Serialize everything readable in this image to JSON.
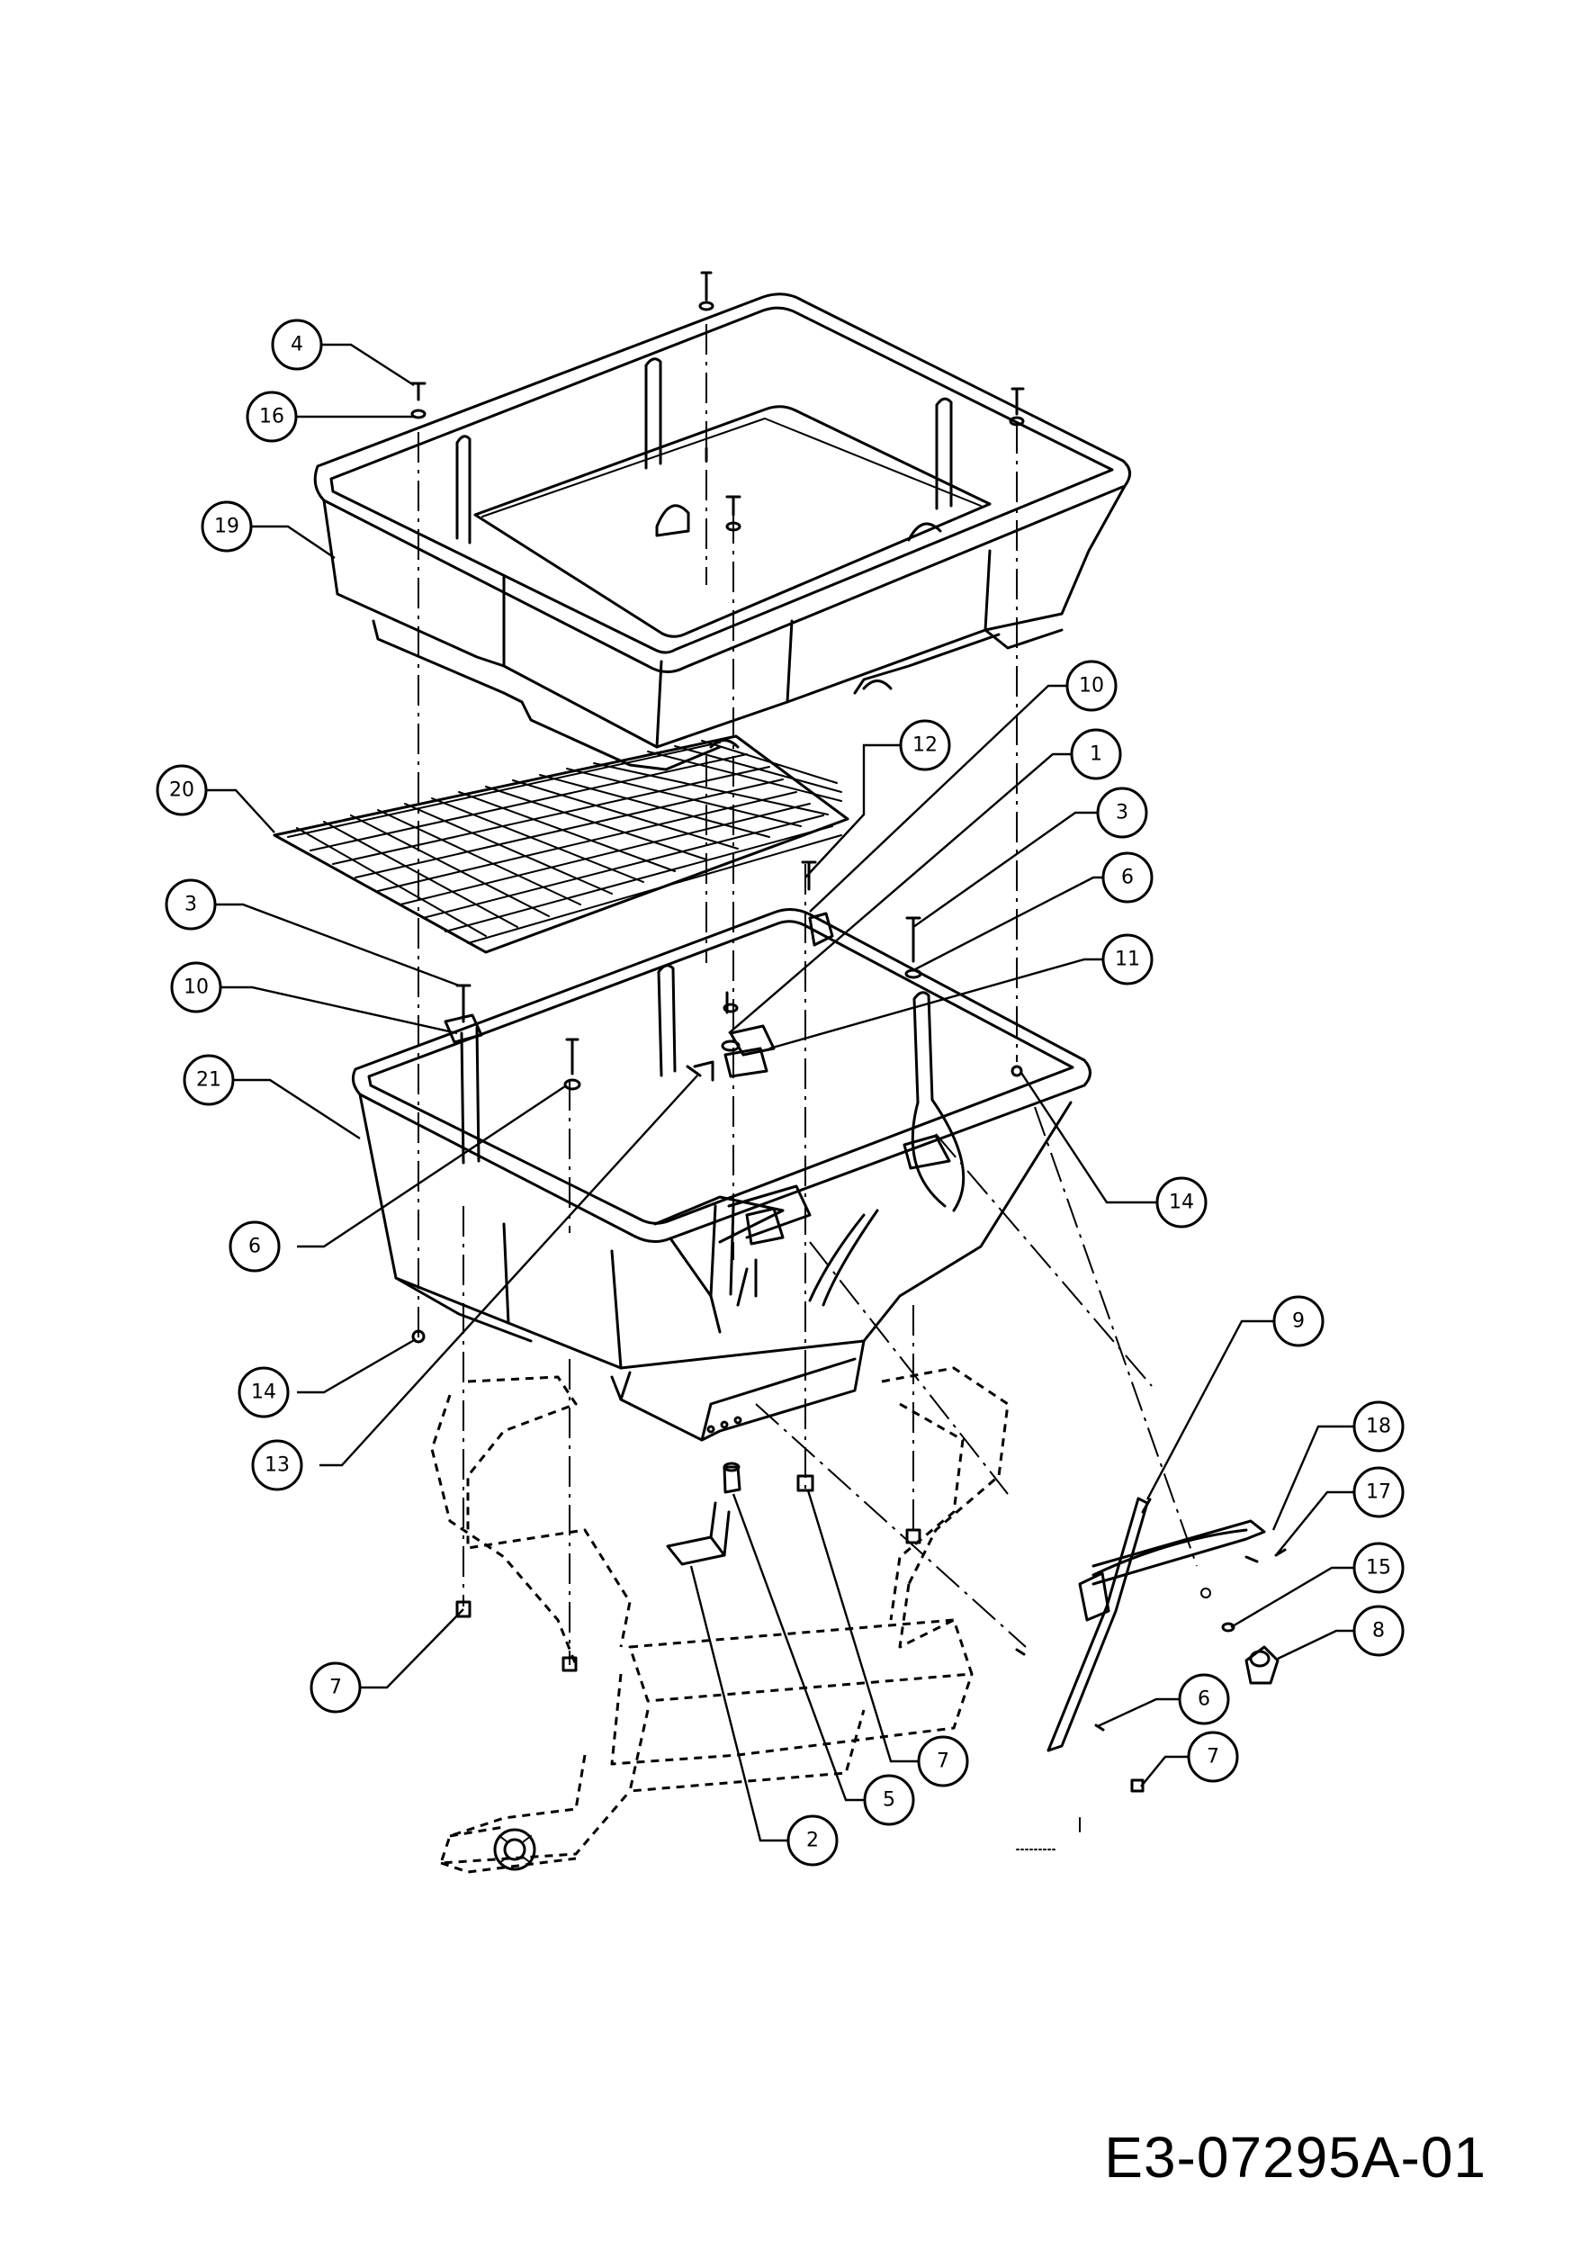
{
  "document": {
    "code": "E3-07295A-01"
  },
  "callouts": [
    {
      "id": "c4",
      "label": "4"
    },
    {
      "id": "c16",
      "label": "16"
    },
    {
      "id": "c19",
      "label": "19"
    },
    {
      "id": "c20",
      "label": "20"
    },
    {
      "id": "c12",
      "label": "12"
    },
    {
      "id": "c10a",
      "label": "10"
    },
    {
      "id": "c1",
      "label": "1"
    },
    {
      "id": "c3a",
      "label": "3"
    },
    {
      "id": "c6a",
      "label": "6"
    },
    {
      "id": "c11",
      "label": "11"
    },
    {
      "id": "c3b",
      "label": "3"
    },
    {
      "id": "c10b",
      "label": "10"
    },
    {
      "id": "c21",
      "label": "21"
    },
    {
      "id": "c14a",
      "label": "14"
    },
    {
      "id": "c6b",
      "label": "6"
    },
    {
      "id": "c14b",
      "label": "14"
    },
    {
      "id": "c13",
      "label": "13"
    },
    {
      "id": "c9",
      "label": "9"
    },
    {
      "id": "c18",
      "label": "18"
    },
    {
      "id": "c17",
      "label": "17"
    },
    {
      "id": "c15",
      "label": "15"
    },
    {
      "id": "c8",
      "label": "8"
    },
    {
      "id": "c6c",
      "label": "6"
    },
    {
      "id": "c7a",
      "label": "7"
    },
    {
      "id": "c7b",
      "label": "7"
    },
    {
      "id": "c7c",
      "label": "7"
    },
    {
      "id": "c5",
      "label": "5"
    },
    {
      "id": "c2",
      "label": "2"
    }
  ]
}
